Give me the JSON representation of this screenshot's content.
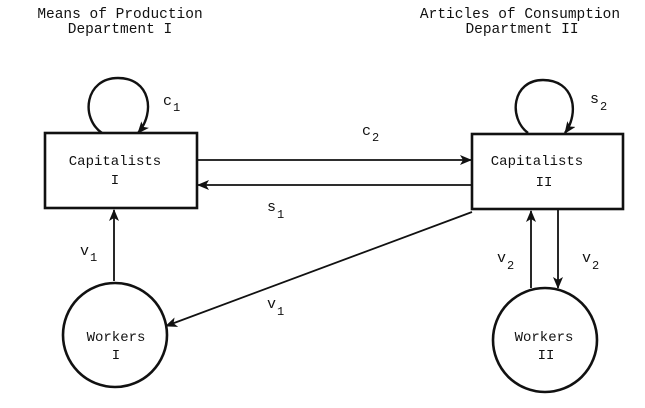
{
  "headers": {
    "left": {
      "line1": "Means of Production",
      "line2": "Department I"
    },
    "right": {
      "line1": "Articles of Consumption",
      "line2": "Department II"
    }
  },
  "nodes": {
    "capitalists_1": {
      "line1": "Capitalists",
      "line2": "I"
    },
    "capitalists_2": {
      "line1": "Capitalists",
      "line2": "II"
    },
    "workers_1": {
      "line1": "Workers",
      "line2": "I"
    },
    "workers_2": {
      "line1": "Workers",
      "line2": "II"
    }
  },
  "edges": {
    "c1_loop": {
      "base": "c",
      "sub": "1",
      "from": "Capitalists I",
      "to": "Capitalists I"
    },
    "s2_loop": {
      "base": "s",
      "sub": "2",
      "from": "Capitalists II",
      "to": "Capitalists II"
    },
    "c2": {
      "base": "c",
      "sub": "2",
      "from": "Capitalists I",
      "to": "Capitalists II"
    },
    "s1": {
      "base": "s",
      "sub": "1",
      "from": "Capitalists II",
      "to": "Capitalists I"
    },
    "v1_up": {
      "base": "v",
      "sub": "1",
      "from": "Workers I",
      "to": "Capitalists I"
    },
    "v1_diag": {
      "base": "v",
      "sub": "1",
      "from": "Capitalists II",
      "to": "Workers I"
    },
    "v2_up": {
      "base": "v",
      "sub": "2",
      "from": "Workers II",
      "to": "Capitalists II"
    },
    "v2_down": {
      "base": "v",
      "sub": "2",
      "from": "Capitalists II",
      "to": "Workers II"
    }
  }
}
